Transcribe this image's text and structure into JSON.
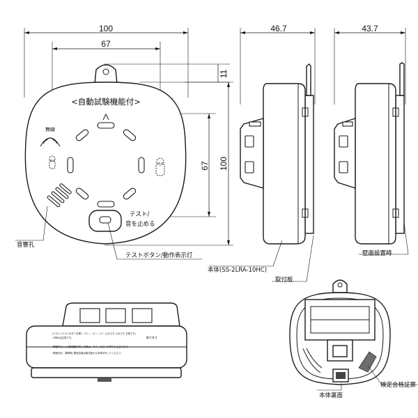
{
  "dimensions": {
    "width_total": "100",
    "width_holes": "67",
    "depth_body": "46.7",
    "depth_wall": "43.7",
    "height_hook": "11",
    "height_holes": "67",
    "height_total": "100"
  },
  "front_view": {
    "banner": "<自動試験機能付>",
    "sensor_mark": "無線",
    "test_label_line1": "テスト/",
    "test_label_line2": "音を止める"
  },
  "labels": {
    "sound_hole": "音響孔",
    "test_button": "テストボタン/動作表示灯",
    "body_model": "本体(SS-2LRA-10HC)",
    "mount_plate": "取付板",
    "wall_mounted": "壁面設置時",
    "body_back": "本体裏面",
    "cert_label": "検定合格証票"
  },
  "bottom_view": {
    "notice_text_1": "(テスト)  テストボタンを押し「ピー、ピー、ピー 火災です 火災です 正常です」",
    "notice_text_2": "と鳴れば正常です。",
    "notice_text_3": "(警報停止)  火災警報器が鳴った時は、テストボタンを押すと止まります。",
    "notice_text_4": "(電池切れ・故障時)  電池交換は取付板から本体を外してください。",
    "remove_label": "取り外す"
  }
}
